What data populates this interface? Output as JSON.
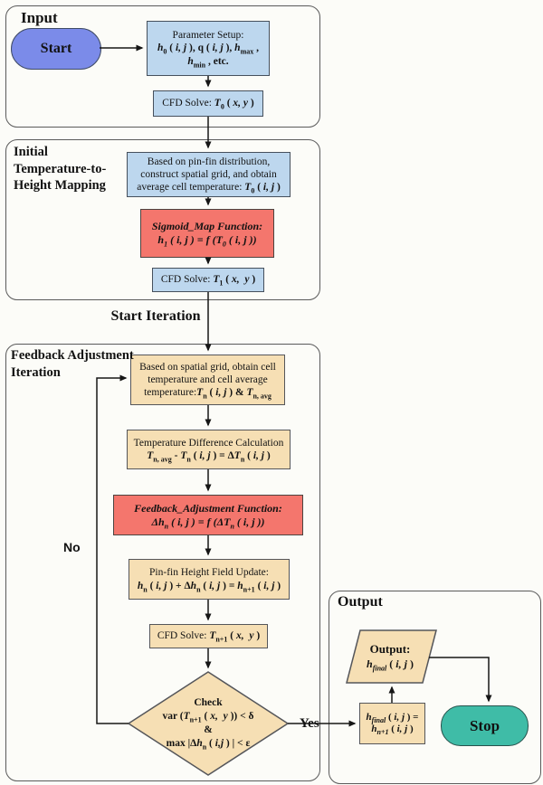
{
  "colors": {
    "light_blue_box": "#bdd7ee",
    "salmon_box": "#f4766d",
    "tan_box": "#f6dfb4",
    "start_oval": "#7b8be9",
    "stop_oval": "#3fbca7",
    "line": "#161616"
  },
  "input": {
    "heading": "Input",
    "start_label": "Start",
    "param_box": {
      "title": "Parameter Setup:",
      "line2_html": "<i>h</i><sub>0</sub> ( <i>i, j</i> ), q ( <i>i, j</i> ), <i>h</i><sub>max</sub> ,",
      "line3_html": "<i>h</i><sub>min</sub> , etc."
    },
    "cfd_box_html": "CFD Solve: <b><i>T</i><sub>0</sub> ( <i>x, y</i> )</b>"
  },
  "mapping": {
    "heading_html": "Initial<br>Temperature-to-<br>Height Mapping",
    "grid_box_html": "Based on pin-fin distribution, construct spatial grid, and obtain average cell temperature: <b><i>T</i><sub>0</sub> ( <i>i, j</i> )</b>",
    "sigmoid_box": {
      "title": "Sigmoid_Map Function:",
      "formula_html": "h<sub>1</sub> ( i, j ) = f (T<sub>0</sub> ( i, j ))"
    },
    "cfd_box_html": "CFD Solve: <b><i>T</i><sub>1</sub> ( <i>x,&nbsp; y</i> )</b>"
  },
  "start_iteration_label": "Start Iteration",
  "feedback": {
    "heading_html": "Feedback Adjustment<br>Iteration",
    "grid_box_html": "Based on spatial grid, obtain cell temperature and cell average temperature:<b><i>T</i><sub>n</sub> ( <i>i, j</i> ) &amp; <i>T</i><sub>n, avg</sub></b>",
    "diff_box": {
      "title": "Temperature Difference Calculation",
      "formula_html": "<i>T</i><sub>n, avg</sub> - <i>T</i><sub>n</sub> ( <i>i, j</i> ) = Δ<i>T</i><sub>n</sub> ( <i>i, j</i> )"
    },
    "adjust_box": {
      "title": "Feedback_Adjustment Function:",
      "formula_html": "Δh<sub>n</sub> ( i, j ) = f (ΔT<sub>n</sub> ( i, j ))"
    },
    "update_box": {
      "title": "Pin-fin Height Field Update:",
      "formula_html": "<i>h</i><sub>n</sub> ( <i>i, j</i> ) + Δ<i>h</i><sub>n</sub> ( <i>i, j</i> ) = <i>h</i><sub>n+1</sub> ( <i>i, j</i> )"
    },
    "cfd_box_html": "CFD Solve: <b><i>T</i><sub>n+1</sub> ( <i>x,&nbsp; y</i> )</b>",
    "check_diamond": {
      "title": "Check",
      "cond1_html": "var (<i>T</i><sub>n+1</sub> ( <i>x,&nbsp; y</i> )) &lt; δ",
      "amp": "&",
      "cond2_html": "max |Δ<i>h</i><sub>n</sub> ( <i>i,j</i> ) | &lt; ε"
    },
    "no_label": "No",
    "yes_label": "Yes"
  },
  "output": {
    "heading": "Output",
    "result_para": {
      "title": "Output:",
      "formula_html": "<i>h<sub>final</sub></i> ( <i>i, j</i> )"
    },
    "assign_box": {
      "line1_html": "<i>h<sub>final</sub></i> ( <i>i, j</i> ) =",
      "line2_html": "<i>h<sub>n+1</sub></i> ( <i>i, j</i> )"
    },
    "stop_label": "Stop"
  }
}
